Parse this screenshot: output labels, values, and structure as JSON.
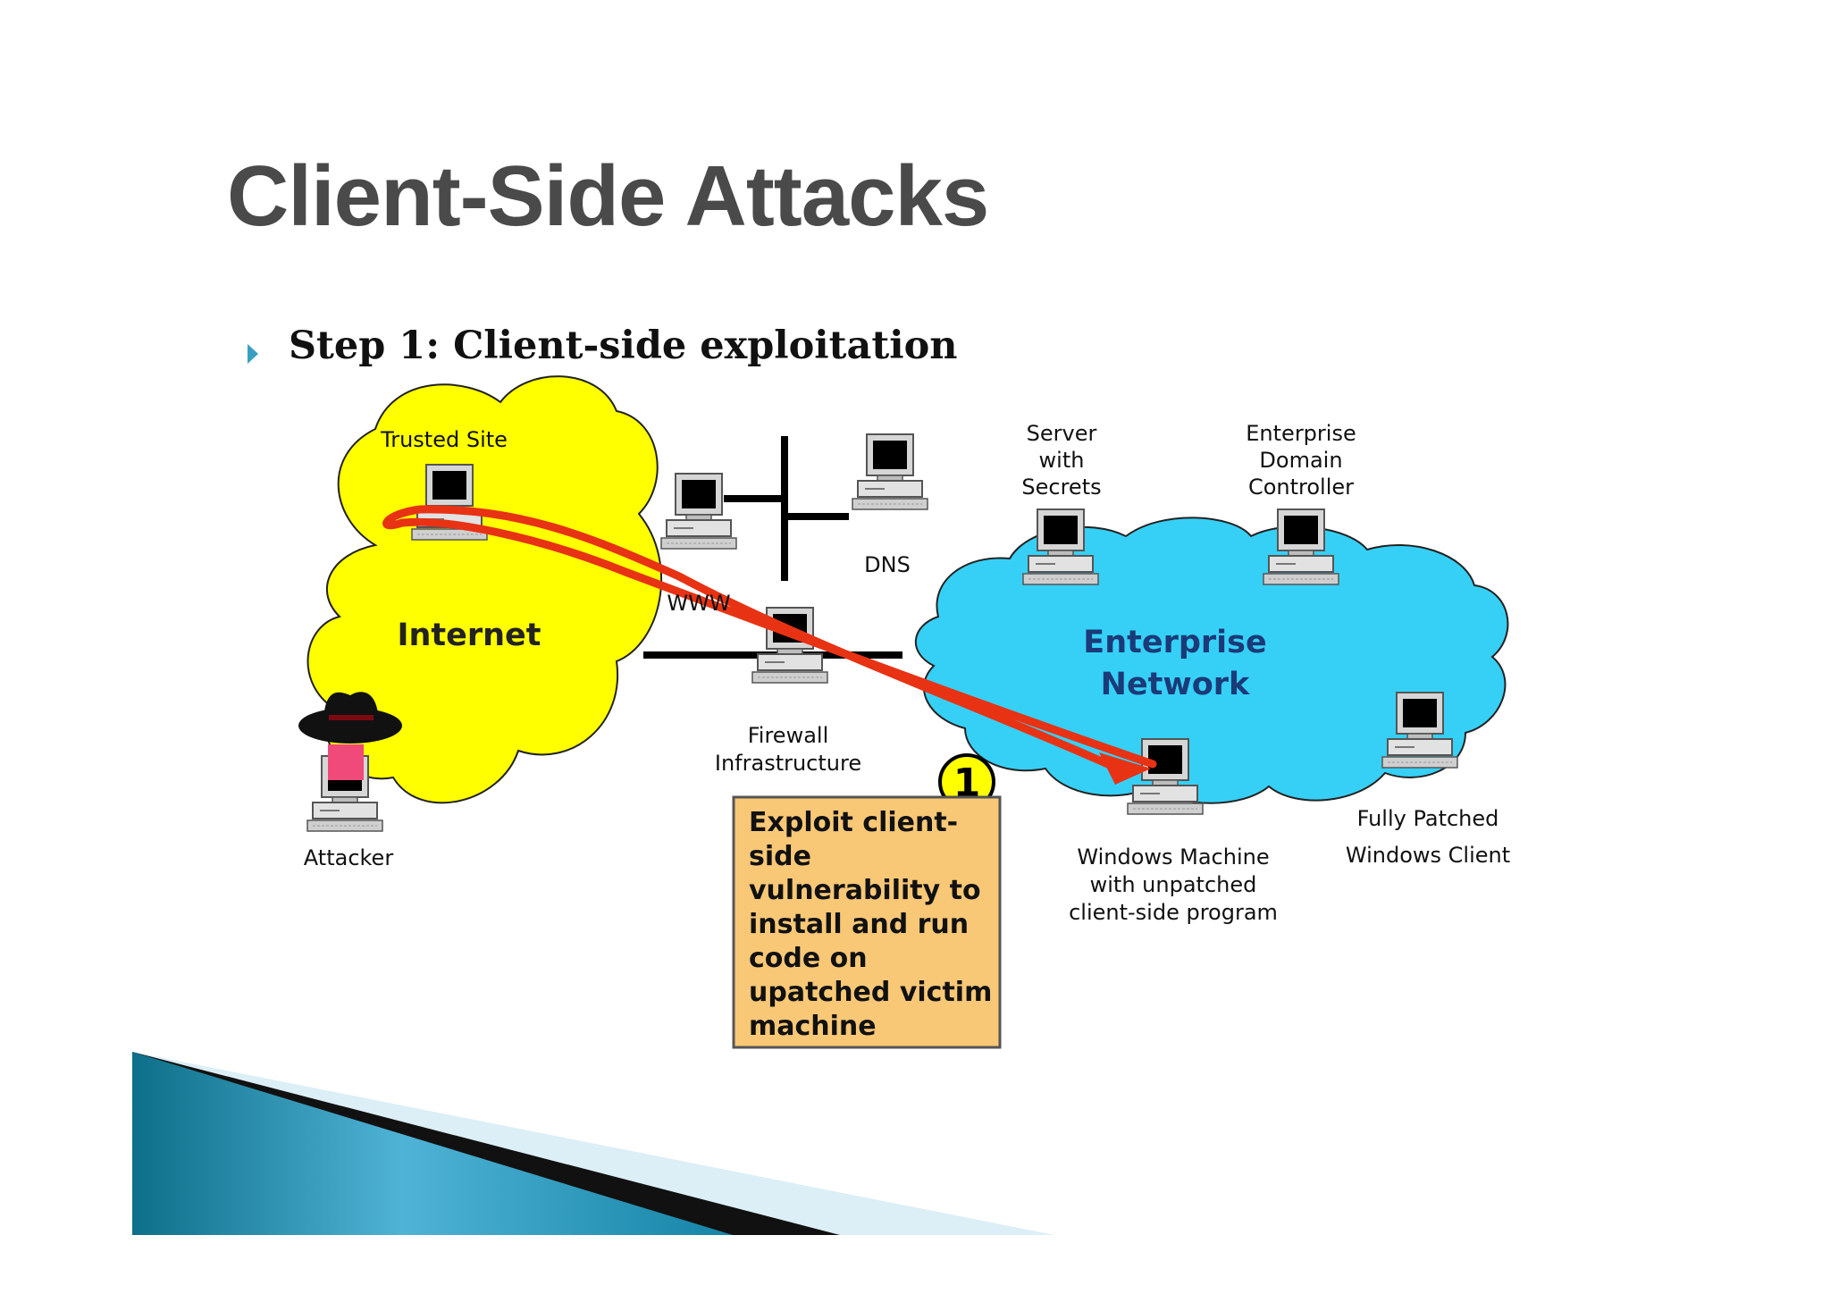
{
  "slide": {
    "title": "Client-Side Attacks",
    "bullet": "Step 1: Client-side exploitation"
  },
  "diagram": {
    "labels": {
      "trusted_site": "Trusted Site",
      "www": "WWW",
      "dns": "DNS",
      "server_secrets": [
        "Server",
        "with",
        "Secrets"
      ],
      "domain_controller": [
        "Enterprise",
        "Domain",
        "Controller"
      ],
      "internet": "Internet",
      "enterprise_network": [
        "Enterprise",
        "Network"
      ],
      "firewall": [
        "Firewall",
        "Infrastructure"
      ],
      "attacker": "Attacker",
      "windows_machine": [
        "Windows Machine",
        "with unpatched",
        "client-side program"
      ],
      "fully_patched": [
        "Fully Patched",
        "Windows Client"
      ],
      "step_number": "1"
    },
    "callout": {
      "lines": [
        "Exploit client-",
        "side",
        "vulnerability to",
        "install and run",
        "code on",
        "upatched victim",
        "machine"
      ]
    },
    "colors": {
      "internet_cloud": "#ffff00",
      "enterprise_cloud": "#36d0f7",
      "attack_arrow": "#e83214",
      "callout_fill": "#f9c876",
      "accent": "#3a9ec0"
    }
  }
}
